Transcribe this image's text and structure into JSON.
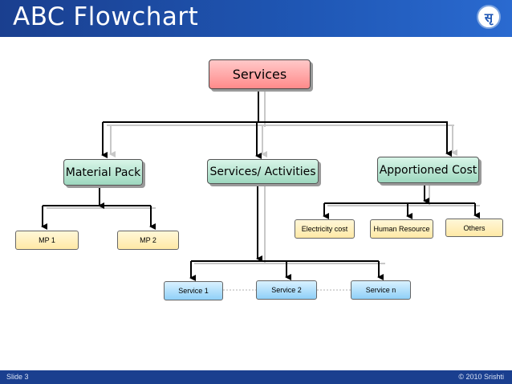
{
  "slide": {
    "title": "ABC Flowchart",
    "logo_glyph": "सृ",
    "slide_number": "Slide 3",
    "copyright": "© 2010 Srishti"
  },
  "colors": {
    "header": "#1f57b5",
    "root_fill": "#ff9a9a",
    "level2_fill": "#b5e4d0",
    "cost_fill": "#ffefb8",
    "service_fill": "#a9dcfa"
  },
  "diagram": {
    "root": "Services",
    "level2": {
      "material_pack": "Material Pack",
      "services_activities": "Services/ Activities",
      "apportioned_cost": "Apportioned Cost"
    },
    "material_children": [
      "MP 1",
      "MP 2"
    ],
    "cost_children": [
      "Electricity cost",
      "Human Resource",
      "Others"
    ],
    "service_children": [
      "Service 1",
      "Service 2",
      "Service n"
    ]
  }
}
